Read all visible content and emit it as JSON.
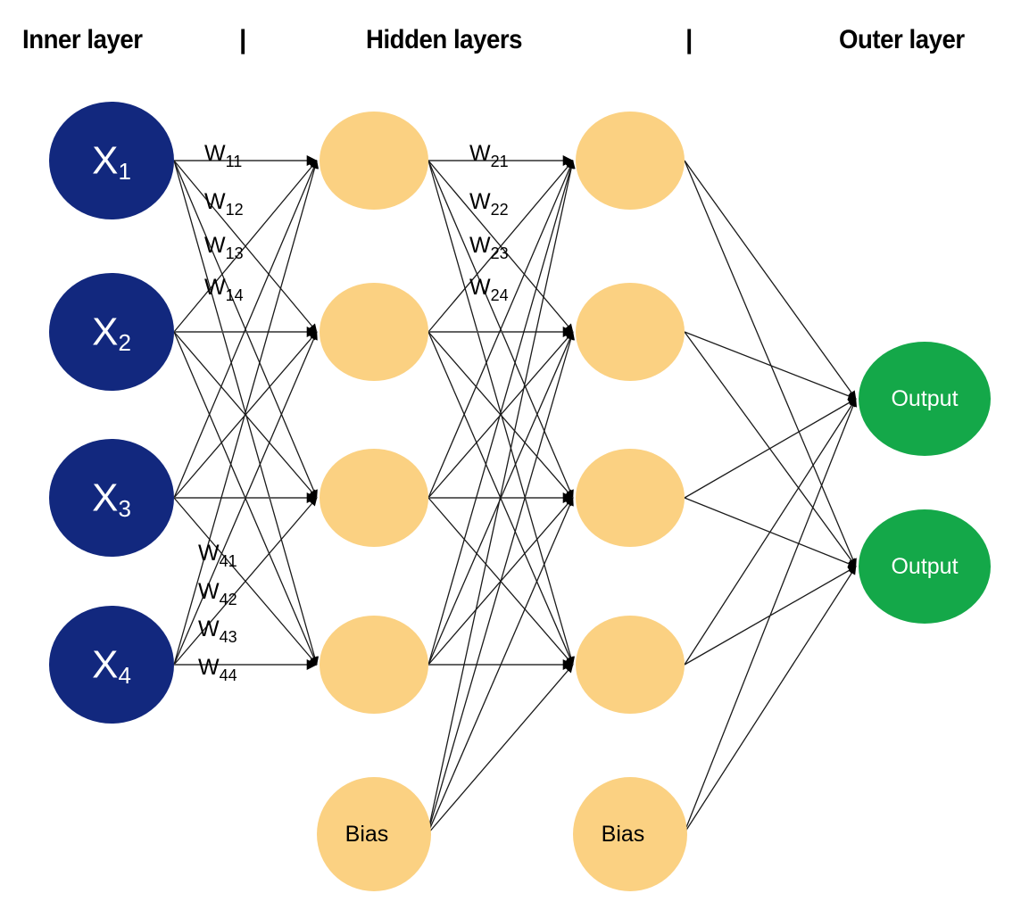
{
  "header": {
    "left_label": "Inner layer",
    "divider1": "|",
    "middle_label": "Hidden layers",
    "divider2": "|",
    "right_label": "Outer layer"
  },
  "colors": {
    "input_node": "#12287E",
    "hidden_node": "#FBD182",
    "output_node": "#14A849",
    "edge": "#1a1a1a",
    "input_text": "#FFFFFF",
    "hidden_text": "#000000",
    "output_text": "#FFFFFF",
    "background": "#FFFFFF"
  },
  "layers": {
    "input": {
      "name": "Inner layer",
      "nodes": [
        {
          "label": "X",
          "sub": "1"
        },
        {
          "label": "X",
          "sub": "2"
        },
        {
          "label": "X",
          "sub": "3"
        },
        {
          "label": "X",
          "sub": "4"
        }
      ]
    },
    "hidden1": {
      "name": "Hidden layer 1",
      "nodes": [
        {
          "label": ""
        },
        {
          "label": ""
        },
        {
          "label": ""
        },
        {
          "label": ""
        }
      ],
      "bias": {
        "label": "Bias"
      }
    },
    "hidden2": {
      "name": "Hidden layer 2",
      "nodes": [
        {
          "label": ""
        },
        {
          "label": ""
        },
        {
          "label": ""
        },
        {
          "label": ""
        }
      ],
      "bias": {
        "label": "Bias"
      }
    },
    "output": {
      "name": "Outer layer",
      "nodes": [
        {
          "label": "Output"
        },
        {
          "label": "Output"
        }
      ]
    }
  },
  "weights": {
    "input_group": [
      {
        "base": "W",
        "sub": "11"
      },
      {
        "base": "W",
        "sub": "12"
      },
      {
        "base": "W",
        "sub": "13"
      },
      {
        "base": "W",
        "sub": "14"
      }
    ],
    "input_group_lower": [
      {
        "base": "W",
        "sub": "41"
      },
      {
        "base": "W",
        "sub": "42"
      },
      {
        "base": "W",
        "sub": "43"
      },
      {
        "base": "W",
        "sub": "44"
      }
    ],
    "hidden_group": [
      {
        "base": "W",
        "sub": "21"
      },
      {
        "base": "W",
        "sub": "22"
      },
      {
        "base": "W",
        "sub": "23"
      },
      {
        "base": "W",
        "sub": "24"
      }
    ]
  }
}
